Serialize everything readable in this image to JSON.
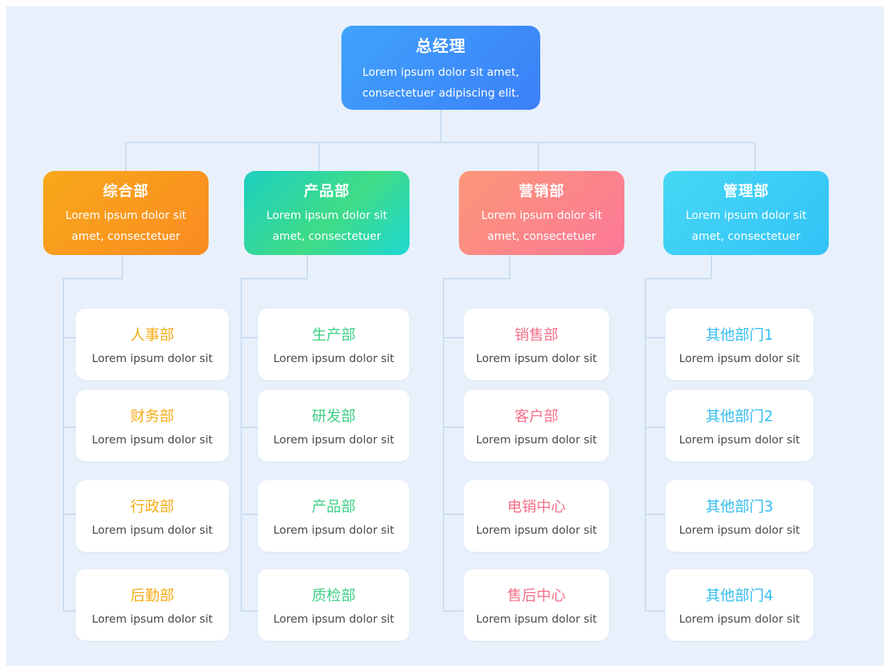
{
  "colors": {
    "background": "#e8f1fb",
    "connector": "#c8dcf2",
    "top_box": "#3c8cf9",
    "orange": "#f8a81a",
    "green": "#3ed085",
    "pink": "#f57189",
    "cyan": "#36bdf0"
  },
  "top": {
    "title": "总经理",
    "desc_line1": "Lorem ipsum dolor sit amet,",
    "desc_line2": "consectetuer adipiscing elit."
  },
  "departments": [
    {
      "title": "综合部",
      "desc_line1": "Lorem ipsum dolor sit",
      "desc_line2": "amet, consectetuer",
      "subs": [
        {
          "title": "人事部",
          "desc": "Lorem ipsum dolor sit"
        },
        {
          "title": "财务部",
          "desc": "Lorem ipsum dolor sit"
        },
        {
          "title": "行政部",
          "desc": "Lorem ipsum dolor sit"
        },
        {
          "title": "后勤部",
          "desc": "Lorem ipsum dolor sit"
        }
      ]
    },
    {
      "title": "产品部",
      "desc_line1": "Lorem ipsum dolor sit",
      "desc_line2": "amet, consectetuer",
      "subs": [
        {
          "title": "生产部",
          "desc": "Lorem ipsum dolor sit"
        },
        {
          "title": "研发部",
          "desc": "Lorem ipsum dolor sit"
        },
        {
          "title": "产品部",
          "desc": "Lorem ipsum dolor sit"
        },
        {
          "title": "质检部",
          "desc": "Lorem ipsum dolor sit"
        }
      ]
    },
    {
      "title": "营销部",
      "desc_line1": "Lorem ipsum dolor sit",
      "desc_line2": "amet, consectetuer",
      "subs": [
        {
          "title": "销售部",
          "desc": "Lorem ipsum dolor sit"
        },
        {
          "title": "客户部",
          "desc": "Lorem ipsum dolor sit"
        },
        {
          "title": "电销中心",
          "desc": "Lorem ipsum dolor sit"
        },
        {
          "title": "售后中心",
          "desc": "Lorem ipsum dolor sit"
        }
      ]
    },
    {
      "title": "管理部",
      "desc_line1": "Lorem ipsum dolor sit",
      "desc_line2": "amet, consectetuer",
      "subs": [
        {
          "title": "其他部门1",
          "desc": "Lorem ipsum dolor sit"
        },
        {
          "title": "其他部门2",
          "desc": "Lorem ipsum dolor sit"
        },
        {
          "title": "其他部门3",
          "desc": "Lorem ipsum dolor sit"
        },
        {
          "title": "其他部门4",
          "desc": "Lorem ipsum dolor sit"
        }
      ]
    }
  ]
}
